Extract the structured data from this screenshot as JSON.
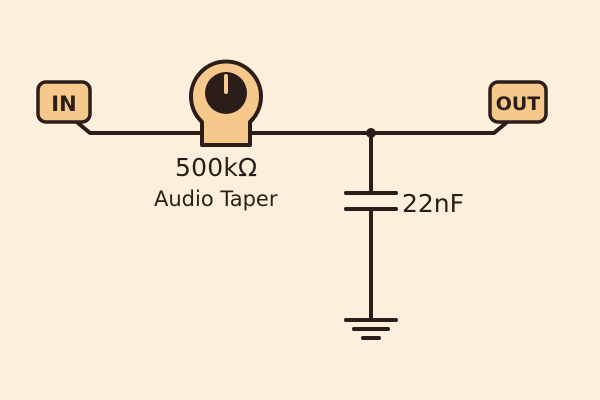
{
  "diagram": {
    "input_label": "IN",
    "output_label": "OUT",
    "potentiometer": {
      "value": "500kΩ",
      "taper": "Audio Taper"
    },
    "capacitor": {
      "value": "22nF"
    },
    "colors": {
      "background": "#fcf0dc",
      "wire": "#2b1d19",
      "component_fill": "#f7c88c",
      "knob_fill": "#2b1d19"
    },
    "icons": {
      "potentiometer": "rotary-knob-icon",
      "ground": "ground-symbol-icon"
    }
  }
}
